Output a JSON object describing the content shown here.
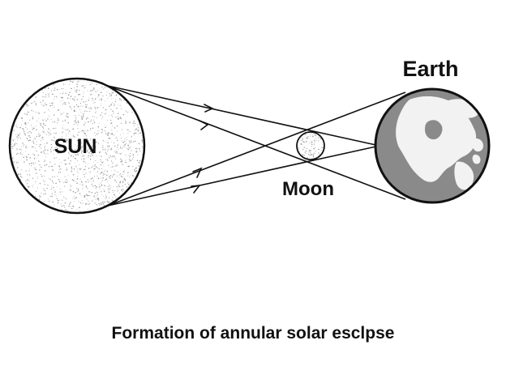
{
  "labels": {
    "sun": "SUN",
    "moon": "Moon",
    "earth": "Earth"
  },
  "caption": "Formation of annular solar esclpse",
  "colors": {
    "outline": "#111111",
    "background": "#ffffff",
    "earth_ocean": "#8a8a8a",
    "earth_land": "#f2f2f2",
    "stipple": "#9a9a9a"
  }
}
